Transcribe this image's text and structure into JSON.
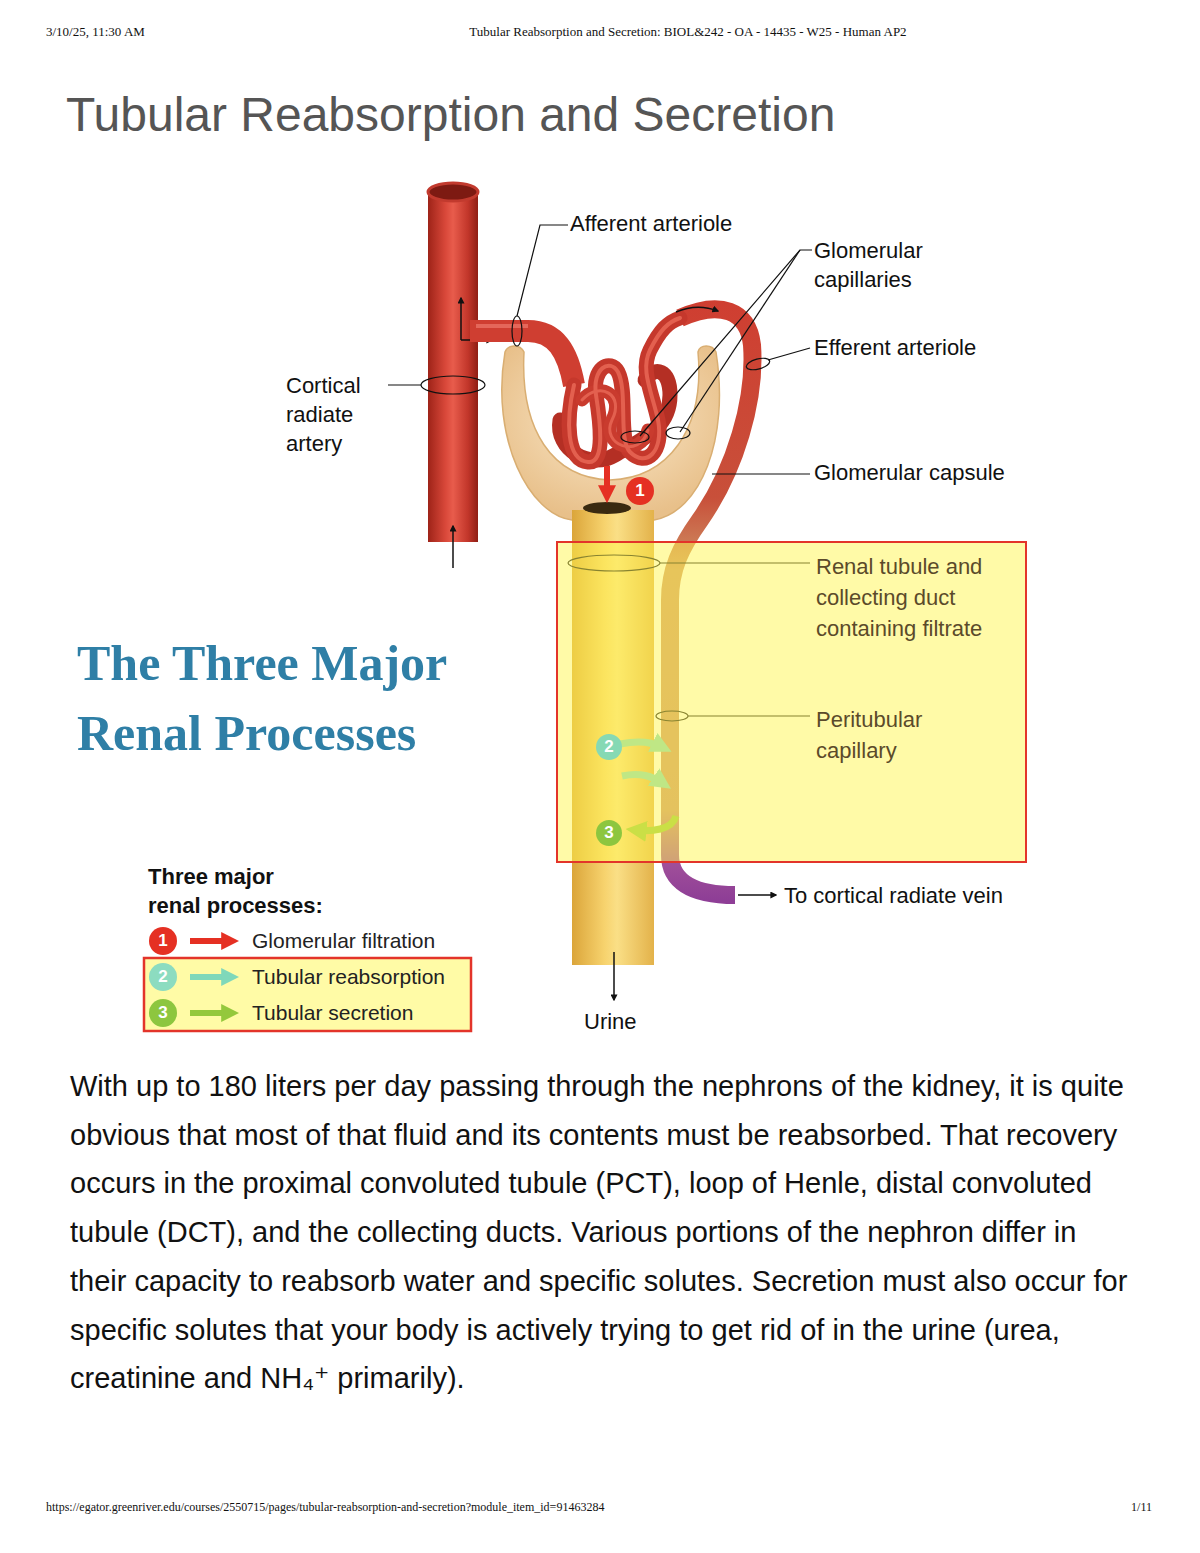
{
  "diagram": {
    "title": "Tubular Reabsorption and Secretion",
    "nodes": [
      {
        "text": [
          "Renal tubule and collecting duct containing filtrate",
          "Peritubular capillary"
        ]
      },
      {
        "text": [
          "2"
        ],
        "in": 0
      },
      {
        "text": [
          "3"
        ],
        "in": 0
      },
      {
        "text": [
          "1"
        ]
      }
    ],
    "labels": [
      "3/10/25, 11:30 AM",
      "Tubular Reabsorption and Secretion: BIOL&242 - OA - 14435 - W25 - Human AP2",
      "Afferent arteriole",
      "Glomerular capillaries",
      "Efferent arteriole",
      "Cortical radiate artery",
      "Glomerular capsule",
      "To cortical radiate vein",
      "Urine",
      "The Three Major Renal Processes",
      "Three major renal processes:",
      "1",
      "2",
      "3",
      "With up to 180 liters per day passing through the nephrons of the kidney, it is quite obvious that most of that fluid and its contents must be reabsorbed. That recovery occurs in the proximal convoluted tubule (PCT), loop of Henle, distal convoluted tubule (DCT), and the collecting ducts. Various portions of the nephron differ in their capacity to reabsorb water and specific solutes. Secretion must also occur for specific solutes that your body is actively trying to get rid of in the urine (urea, creatinine and NH₄⁺ primarily).",
      "https://egator.greenriver.edu/courses/2550715/pages/tubular-reabsorption-and-secretion?module_item_id=91463284",
      "1/11"
    ],
    "legend": [
      {
        "text": "Glomerular filtration"
      },
      {
        "text": "Tubular reabsorption"
      },
      {
        "text": "Tubular secretion"
      }
    ]
  }
}
